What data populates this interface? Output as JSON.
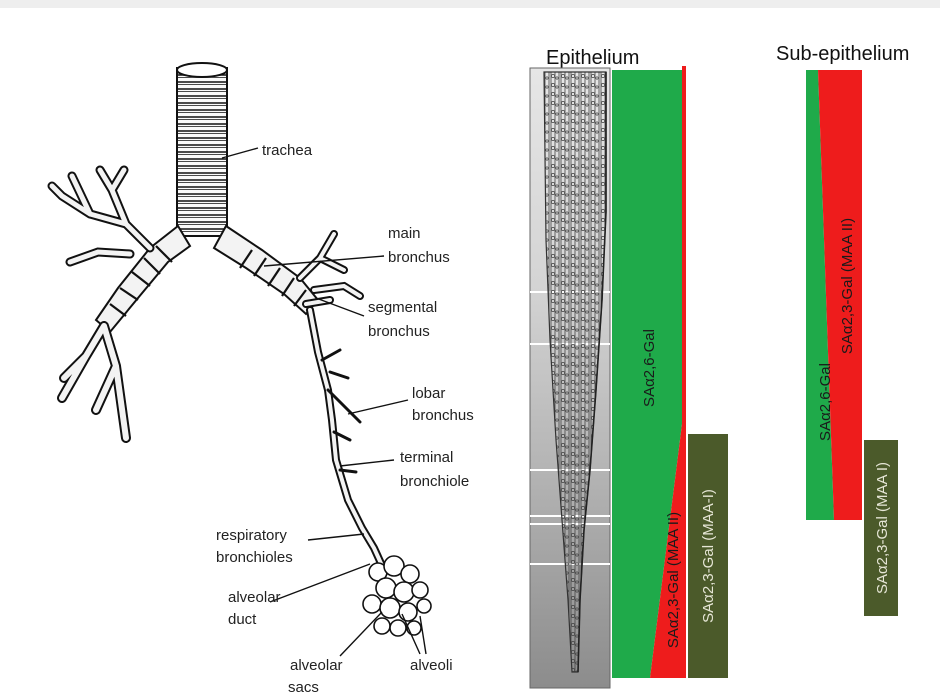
{
  "airway_labels": {
    "trachea": "trachea",
    "main_bronchus_1": "main",
    "main_bronchus_2": "bronchus",
    "segmental_bronchus_1": "segmental",
    "segmental_bronchus_2": "bronchus",
    "lobar_bronchus_1": "lobar",
    "lobar_bronchus_2": "bronchus",
    "terminal_bronchiole_1": "terminal",
    "terminal_bronchiole_2": "bronchiole",
    "respiratory_bronchioles_1": "respiratory",
    "respiratory_bronchioles_2": "bronchioles",
    "alveolar_duct_1": "alveolar",
    "alveolar_duct_2": "duct",
    "alveolar_sacs_1": "alveolar",
    "alveolar_sacs_2": "sacs",
    "alveoli": "alveoli"
  },
  "panels": {
    "epithelium_title": "Epithelium",
    "subepithelium_title": "Sub-epithelium"
  },
  "bars": {
    "epithelium_sa26": "SAα2,6-Gal",
    "epithelium_sa23_maa2": "SAα2,3-Gal (MAA II)",
    "epithelium_sa23_maa1": "SAα2,3-Gal (MAA-I)",
    "subepithelium_sa26": "SAα2,6-Gal",
    "subepithelium_sa23_maa2": "SAα2,3-Gal (MAA II)",
    "subepithelium_sa23_maa1": "SAα2,3-Gal (MAA I)"
  },
  "colors": {
    "green": "#1faa4a",
    "red": "#ee1c1c",
    "olive": "#4b5a2a",
    "gray_light": "#e4e4e4",
    "gray_dark": "#8f8f8f"
  }
}
